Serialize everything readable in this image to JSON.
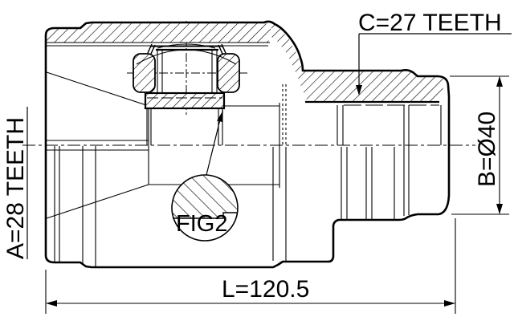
{
  "labels": {
    "c_teeth": "C=27 TEETH",
    "a_teeth": "A=28 TEETH",
    "b_diameter": "B=Ø40",
    "length": "L=120.5",
    "fig2": "FIG2"
  },
  "colors": {
    "line": "#000000",
    "background": "#ffffff"
  }
}
